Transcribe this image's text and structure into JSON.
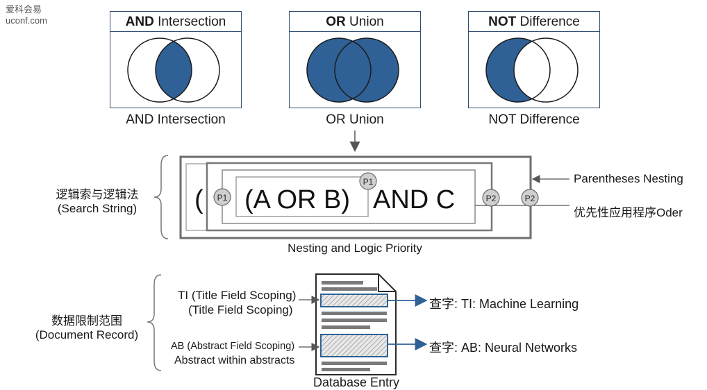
{
  "watermark": {
    "line1": "爱科会易",
    "line2": "uconf.com"
  },
  "venn": [
    {
      "bold": "AND",
      "rest": " Intersection",
      "caption": "AND Intersection",
      "mode": "and"
    },
    {
      "bold": "OR",
      "rest": " Union",
      "caption": "OR Union",
      "mode": "or"
    },
    {
      "bold": "NOT",
      "rest": " Difference",
      "caption": "NOT Difference",
      "mode": "not"
    }
  ],
  "colors": {
    "fill": "#2f6196",
    "border": "#2f4d70",
    "frame": "#666666",
    "arrow": "#2f6196"
  },
  "nesting": {
    "left_label_1": "逻辑索与逻辑法",
    "left_label_2": "(Search String)",
    "open_paren": "(",
    "expression": "(A OR B)",
    "tail": "AND C",
    "badge_p1": "P1",
    "badge_p2": "P2",
    "right_label_1": "Parentheses Nesting",
    "right_label_2": "优先性应用程序Oder",
    "caption": "Nesting and Logic Priority"
  },
  "document": {
    "left_label_1": "数据限制范围",
    "left_label_2": "(Document Record)",
    "ti_line1": "TI (Title Field Scoping)",
    "ti_line2": "(Title Field Scoping)",
    "ab_line1": "AB (Abstract Field Scoping)",
    "ab_line2": "Abstract within abstracts",
    "ti_result": "查字: TI: Machine Learning",
    "ab_result": "查字: AB: Neural Networks",
    "caption": "Database Entry"
  }
}
